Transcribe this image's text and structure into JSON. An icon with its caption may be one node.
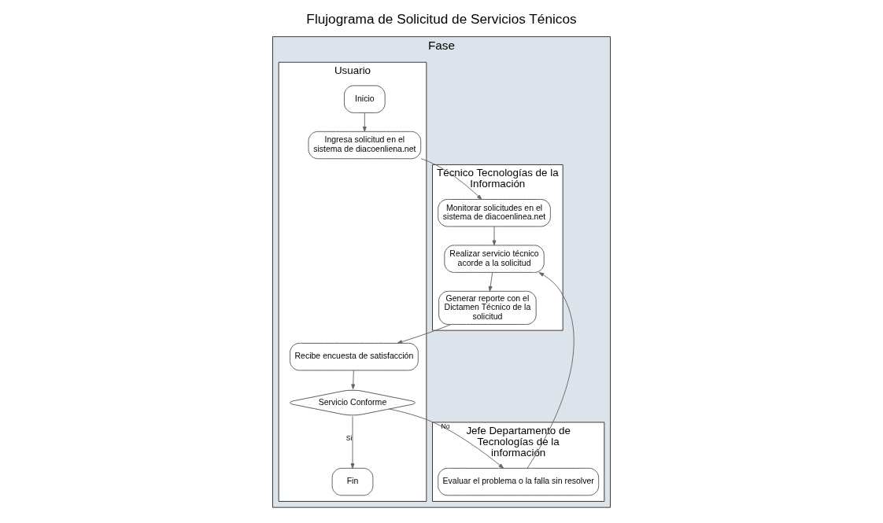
{
  "diagram": {
    "title": "Flujograma de Solicitud de Servicios Ténicos",
    "nodes": [
      {
        "text": [
          "Fase"
        ]
      },
      {
        "text": [
          "Usuario"
        ],
        "in": 0
      },
      {
        "text": [
          "Técnico Tecnologías de la Información"
        ],
        "in": 0
      },
      {
        "text": [
          "Jefe Departamento de Tecnologías de la información"
        ],
        "in": 0
      },
      {
        "text": [
          "Inicio"
        ],
        "in": 1
      },
      {
        "text": [
          "Ingresa solicitud en el sistema de diacoenliena.net"
        ],
        "in": 1
      },
      {
        "text": [
          "Monitorar solicitudes en el sistema de diacoenlinea.net"
        ],
        "in": 2
      },
      {
        "text": [
          "Realizar servicio técnico acorde a la solicitud"
        ],
        "in": 2
      },
      {
        "text": [
          "Generar reporte con el Dictamen Técnico de la solicitud"
        ],
        "in": 2
      },
      {
        "text": [
          "Recibe encuesta de satisfacción"
        ],
        "in": 1
      },
      {
        "text": [
          "Servicio Conforme"
        ],
        "in": 1
      },
      {
        "text": [
          "Evaluar el problema o la falla sin resolver"
        ],
        "in": 3
      },
      {
        "text": [
          "Fin"
        ],
        "in": 1
      }
    ],
    "edges": [
      {
        "from": 4,
        "to": 5,
        "arrow": "to"
      },
      {
        "from": 5,
        "to": 6,
        "arrow": "to"
      },
      {
        "from": 6,
        "to": 7,
        "arrow": "to"
      },
      {
        "from": 7,
        "to": 8,
        "arrow": "to"
      },
      {
        "from": 8,
        "to": 9,
        "arrow": "to"
      },
      {
        "from": 9,
        "to": 10,
        "arrow": "to"
      },
      {
        "from": 10,
        "to": 12,
        "label": "Si",
        "arrow": "to"
      },
      {
        "from": 10,
        "to": 11,
        "label": "No",
        "arrow": "to"
      },
      {
        "from": 11,
        "to": 7,
        "arrow": "to"
      }
    ]
  }
}
